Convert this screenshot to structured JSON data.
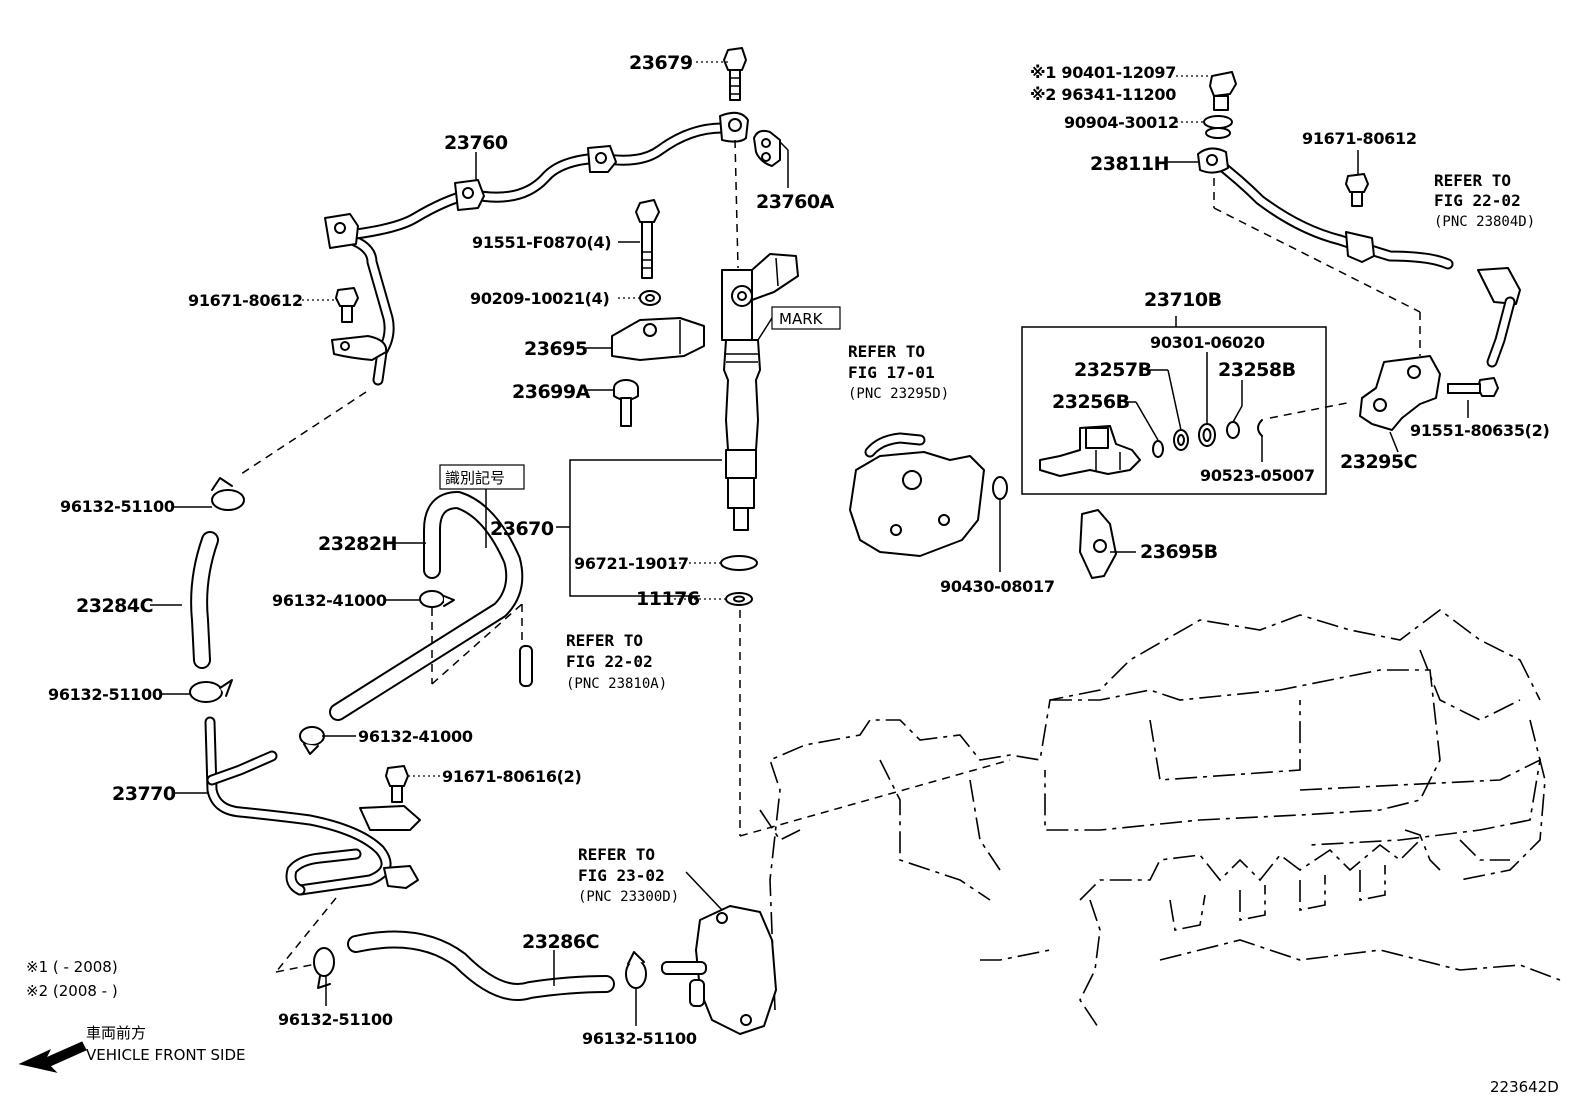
{
  "labels": {
    "p23679": "23679",
    "p23760": "23760",
    "p23760a": "23760A",
    "p91551_f0870": "91551-F0870(4)",
    "p90209": "90209-10021(4)",
    "p23695": "23695",
    "p23699a": "23699A",
    "mark": "MARK",
    "p91671_80612_left": "91671-80612",
    "ident_mark": "識別記号",
    "p23670": "23670",
    "p23282h": "23282H",
    "p96132_51100_a": "96132-51100",
    "p23284c": "23284C",
    "p96132_41000_a": "96132-41000",
    "p96721": "96721-19017",
    "p11176": "11176",
    "p96132_51100_b": "96132-51100",
    "p96132_41000_b": "96132-41000",
    "p91671_80616": "91671-80616(2)",
    "p23770": "23770",
    "p23286c": "23286C",
    "p96132_51100_c": "96132-51100",
    "p96132_51100_d": "96132-51100",
    "p90401": "※1 90401-12097",
    "p96341": "※2 96341-11200",
    "p90904": "90904-30012",
    "p91671_80612_right": "91671-80612",
    "p23811h": "23811H",
    "p23710b": "23710B",
    "p90301": "90301-06020",
    "p23257b": "23257B",
    "p23258b": "23258B",
    "p23256b": "23256B",
    "p90523": "90523-05007",
    "p23295c": "23295C",
    "p91551_80635": "91551-80635(2)",
    "p23695b": "23695B",
    "p90430": "90430-08017"
  },
  "refs": {
    "fig17": {
      "l1": "REFER TO",
      "l2": "FIG 17-01",
      "l3": "(PNC 23295D)"
    },
    "fig22a": {
      "l1": "REFER TO",
      "l2": "FIG 22-02",
      "l3": "(PNC 23804D)"
    },
    "fig22b": {
      "l1": "REFER TO",
      "l2": "FIG 22-02",
      "l3": "(PNC 23810A)"
    },
    "fig23": {
      "l1": "REFER TO",
      "l2": "FIG 23-02",
      "l3": "(PNC 23300D)"
    }
  },
  "notes": {
    "n1": "※1 (        - 2008)",
    "n2": "※2 (2008 -        )",
    "front_jp": "車両前方",
    "front_en": "VEHICLE FRONT SIDE",
    "diagram_id": "223642D"
  }
}
